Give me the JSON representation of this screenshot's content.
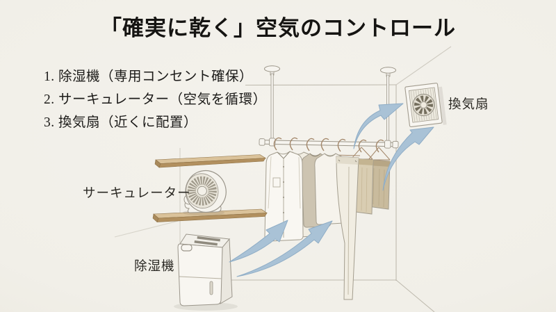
{
  "title": "「確実に乾く」空気のコントロール",
  "checklist": {
    "items": [
      "1. 除湿機（専用コンセント確保）",
      "2. サーキュレーター（空気を循環）",
      "3. 換気扇（近くに配置）"
    ]
  },
  "labels": {
    "circulator": "サーキュレーター",
    "dehumidifier": "除湿機",
    "ventilation_fan": "換気扇"
  },
  "illustration": {
    "elements": [
      "ceiling-mounted-drying-rod",
      "hanging-clothes",
      "wall-shelves",
      "circulator-fan",
      "dehumidifier",
      "ventilation-fan",
      "airflow-arrows"
    ]
  },
  "colors": {
    "background": "#f1efe8",
    "text": "#1c1b19",
    "arrow_fill": "#a9c2d6",
    "arrow_edge": "#8fadc6",
    "wood_top": "#d8c096",
    "wood_front": "#b2905f",
    "room_line": "#b6b1a5",
    "appliance_white": "#f7f5f0",
    "outline": "#9a958a"
  }
}
